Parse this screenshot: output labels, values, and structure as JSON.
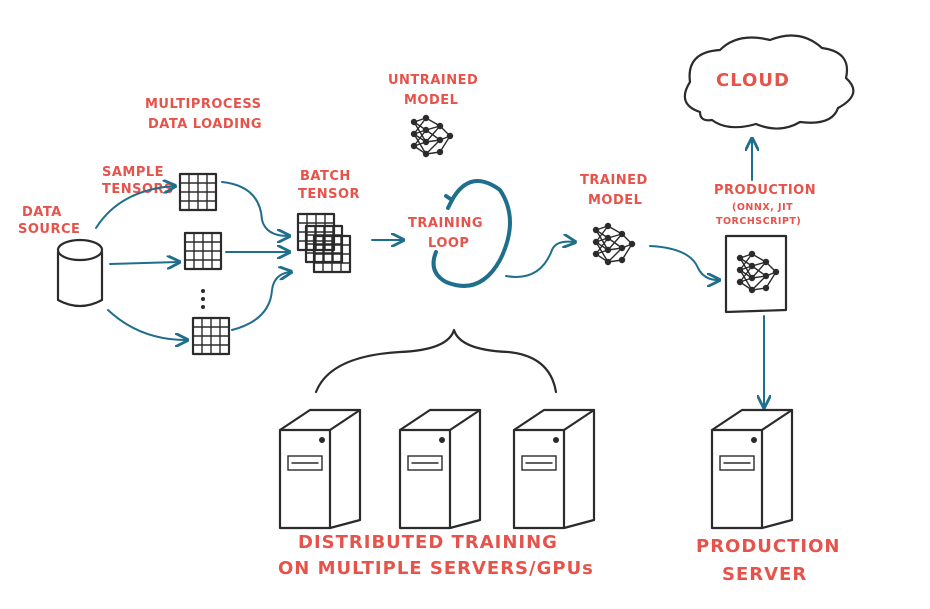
{
  "labels": {
    "data_source": [
      "DATA",
      "SOURCE"
    ],
    "sample_tensors": [
      "SAMPLE",
      "TENSORS"
    ],
    "multiprocess": [
      "MULTIPROCESS",
      "DATA LOADING"
    ],
    "batch_tensor": [
      "BATCH",
      "TENSOR"
    ],
    "untrained_model": [
      "UNTRAINED",
      "MODEL"
    ],
    "training_loop": [
      "TRAINING",
      "LOOP"
    ],
    "trained_model": [
      "TRAINED",
      "MODEL"
    ],
    "production": [
      "PRODUCTION",
      "(ONNX, JIT",
      "TORCHSCRIPT)"
    ],
    "cloud": "CLOUD",
    "distributed": [
      "DISTRIBUTED TRAINING",
      "ON MULTIPLE SERVERS/GPUs"
    ],
    "production_server": [
      "PRODUCTION",
      "SERVER"
    ]
  },
  "colors": {
    "label": "#e5534b",
    "arrow": "#1f6e8c",
    "ink": "#2b2b2b"
  }
}
